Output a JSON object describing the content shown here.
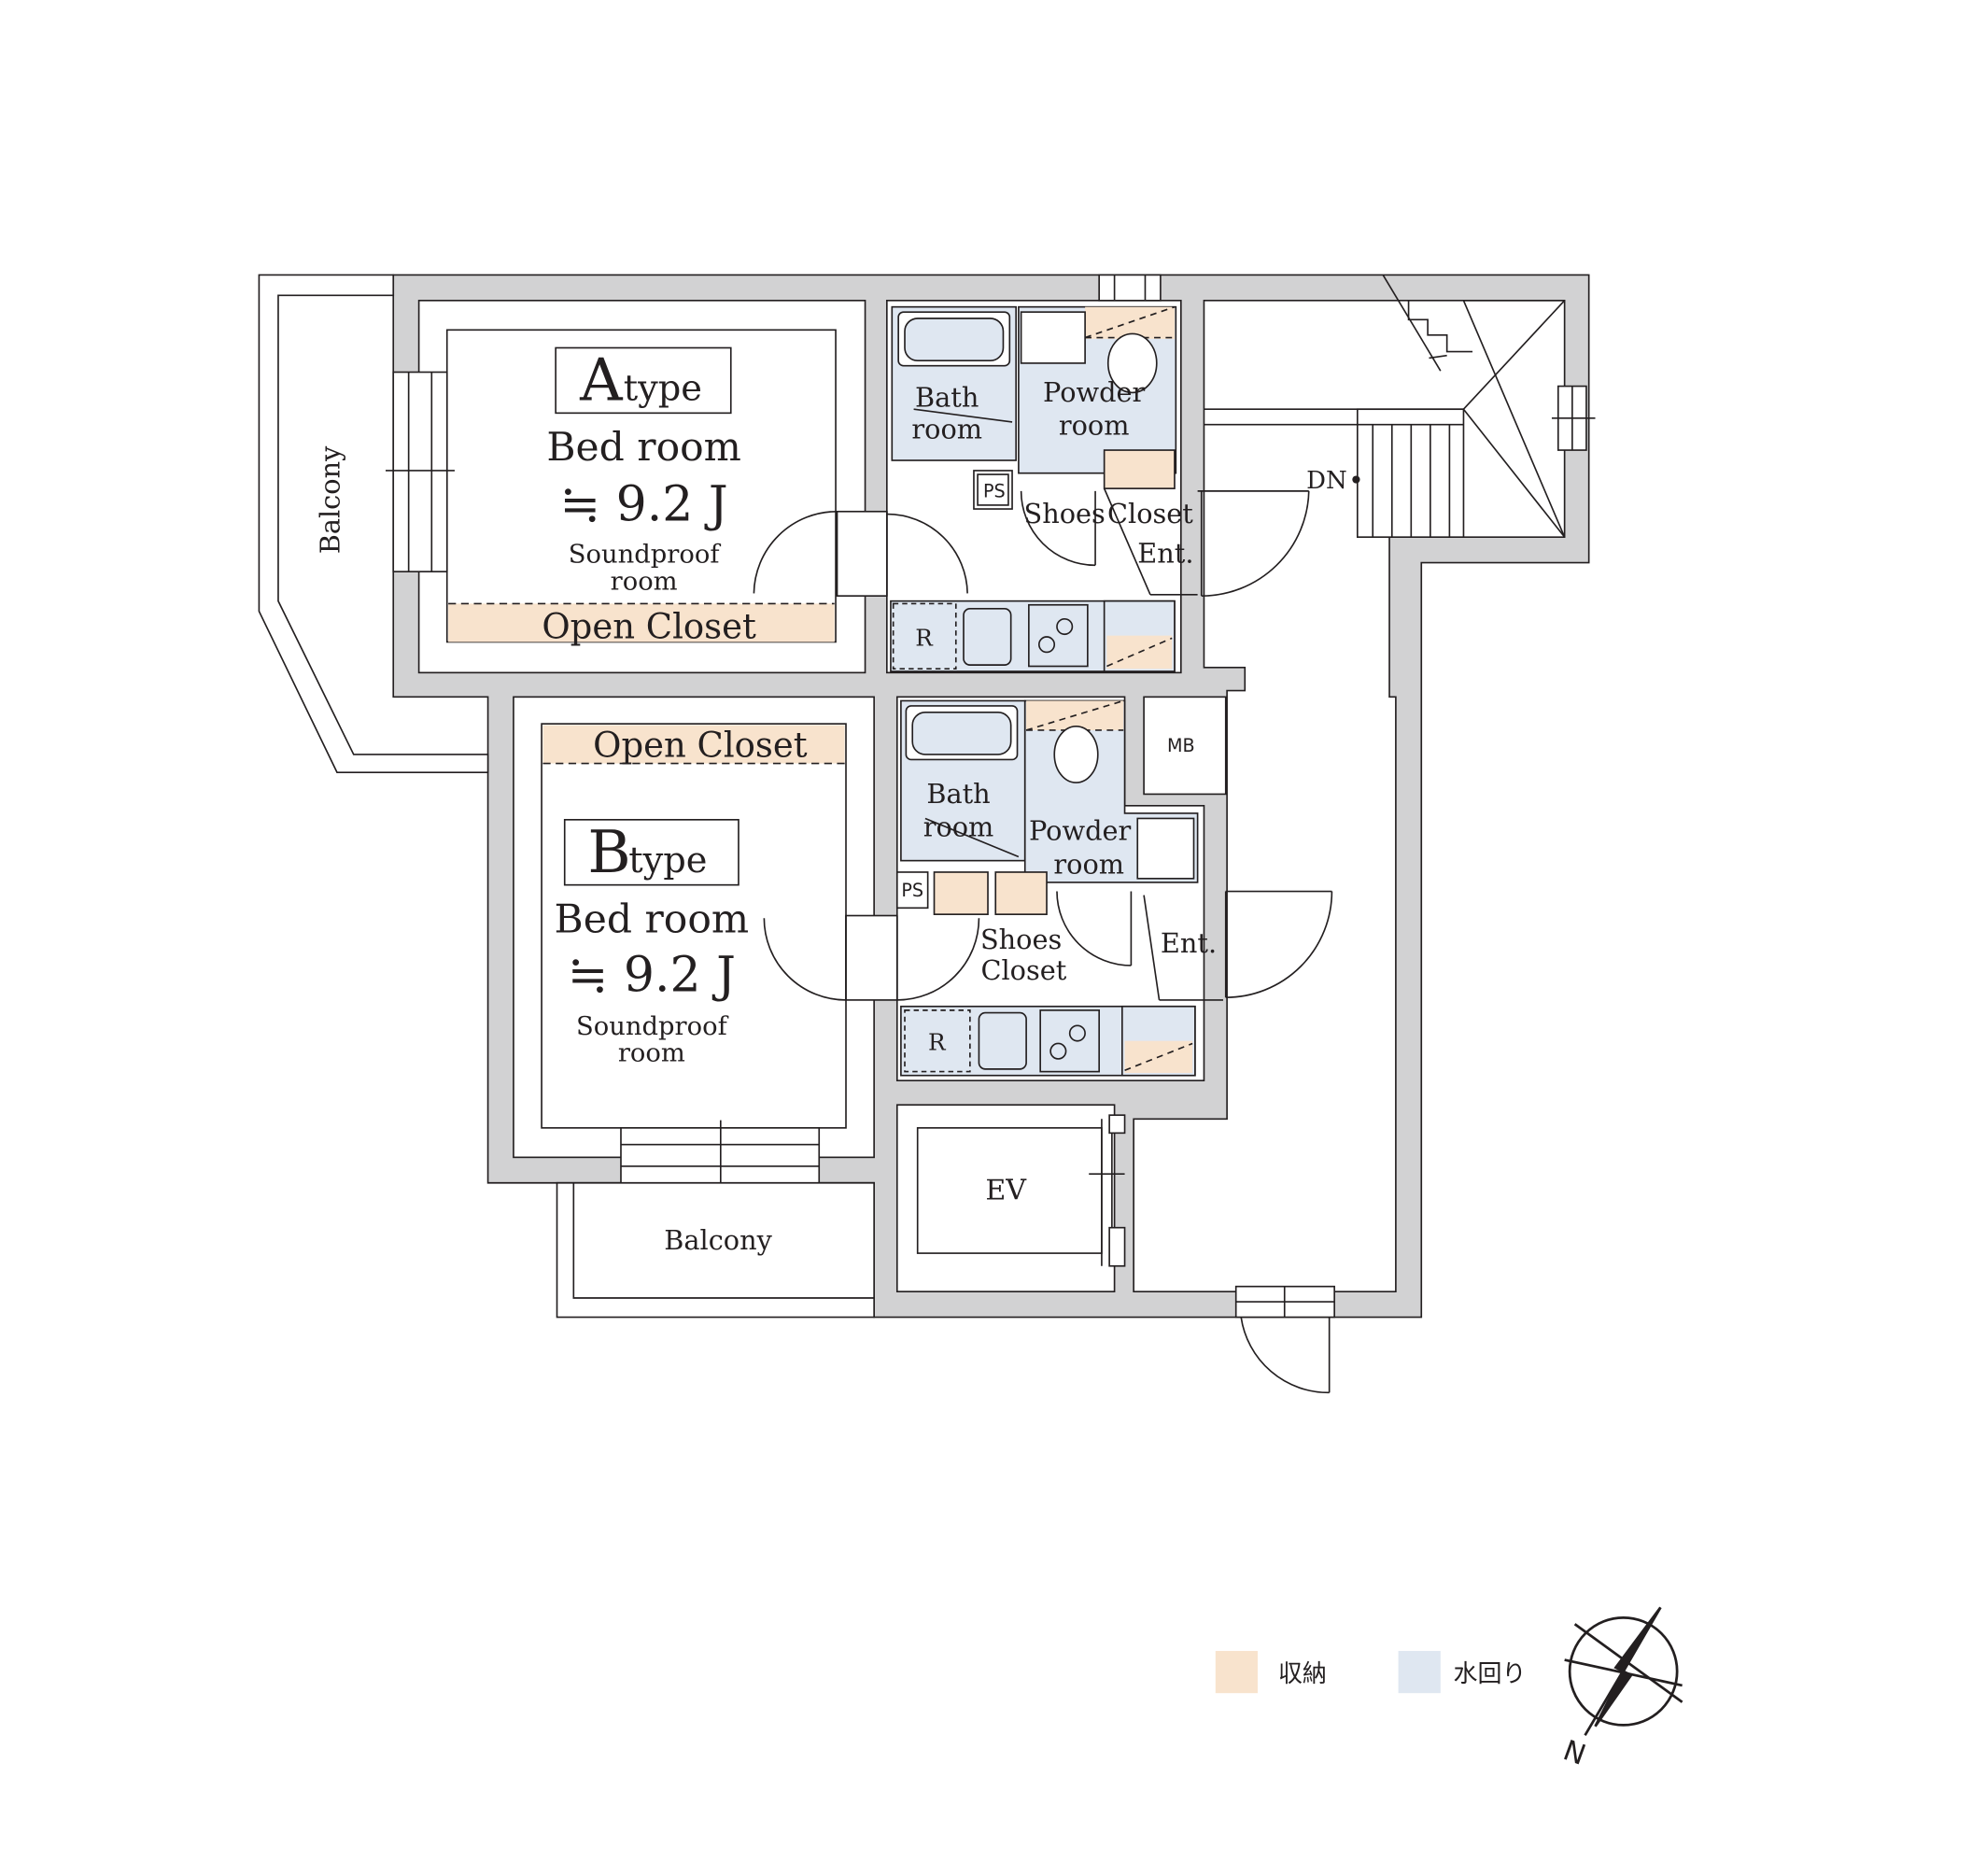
{
  "unit_a": {
    "type_letter": "A",
    "type_suffix": "type",
    "bedroom_label": "Bed room",
    "bedroom_size": "≒ 9.2 J",
    "bedroom_note_line1": "Soundproof",
    "bedroom_note_line2": "room",
    "open_closet": "Open Closet",
    "bath_line1": "Bath",
    "bath_line2": "room",
    "powder_line1": "Powder",
    "powder_line2": "room",
    "ps": "PS",
    "shoes": "Shoes",
    "closet": "Closet",
    "entrance": "Ent.",
    "fridge": "R",
    "balcony": "Balcony"
  },
  "unit_b": {
    "type_letter": "B",
    "type_suffix": "type",
    "bedroom_label": "Bed room",
    "bedroom_size": "≒ 9.2 J",
    "bedroom_note_line1": "Soundproof",
    "bedroom_note_line2": "room",
    "open_closet": "Open Closet",
    "bath_line1": "Bath",
    "bath_line2": "room",
    "powder_line1": "Powder",
    "powder_line2": "room",
    "ps": "PS",
    "shoes_closet_line1": "Shoes",
    "shoes_closet_line2": "Closet",
    "entrance": "Ent.",
    "fridge": "R",
    "balcony": "Balcony"
  },
  "common": {
    "mb": "MB",
    "ev": "EV",
    "stairs_down": "DN"
  },
  "legend": {
    "storage_label": "収納",
    "storage_color": "#f8e3cd",
    "water_label": "水回り",
    "water_color": "#dfe7f1"
  },
  "compass": {
    "north_label": "N"
  },
  "colors": {
    "wall": "#d2d2d3",
    "line": "#231f20",
    "storage": "#f8e3cd",
    "water": "#dfe7f1"
  }
}
